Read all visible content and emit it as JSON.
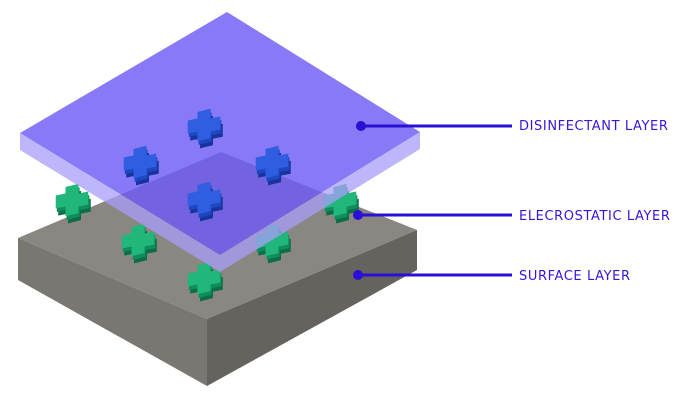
{
  "layers": [
    {
      "key": "disinfectant",
      "label": "DISINFECTANT LAYER"
    },
    {
      "key": "electrostatic",
      "label": "ELECROSTATIC LAYER"
    },
    {
      "key": "surface",
      "label": "SURFACE LAYER"
    }
  ],
  "colors": {
    "label_text": "#3a14d8",
    "leader_line": "#2a0fd6",
    "disinfectant_fill": "#6e5cf5",
    "disinfectant_edge": "#a79df8",
    "surface_top": "#8a8681",
    "surface_left": "#7a7671",
    "surface_right": "#66625d",
    "green_top": "#22b77a",
    "green_left": "#0f8e5c",
    "green_right": "#0a6e47",
    "blue_top": "#2f5fe0",
    "blue_left": "#1f46c4",
    "blue_right": "#17349b"
  }
}
